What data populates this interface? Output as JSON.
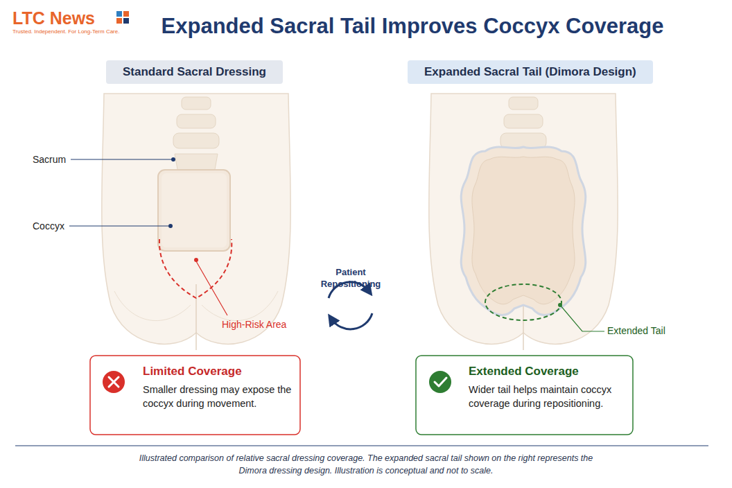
{
  "diagram": {
    "title": "Expanded Sacral Tail Improves Coccyx Coverage",
    "caption": "Illustrated comparison of relative sacral dressing coverage. The expanded sacral tail shown on the right represents the Dimora dressing design. Illustration is conceptual and not to scale.",
    "nodes": [
      {
        "text": [
          "Standard Sacral Dressing"
        ]
      },
      {
        "text": [
          "Expanded Sacral Tail (Dimora Design)"
        ]
      },
      {
        "text": [
          "Limited Coverage",
          "Smaller dressing may expose the coccyx during movement."
        ]
      },
      {
        "text": [
          "Extended Coverage",
          "Wider tail helps maintain coccyx coverage during repositioning."
        ]
      }
    ],
    "labels": [
      "LTC News",
      "Trusted. Independent. For Long-Term Care.",
      "Sacrum",
      "Coccyx",
      "High-Risk Area",
      "Patient Repositioning",
      "Extended Tail"
    ]
  }
}
